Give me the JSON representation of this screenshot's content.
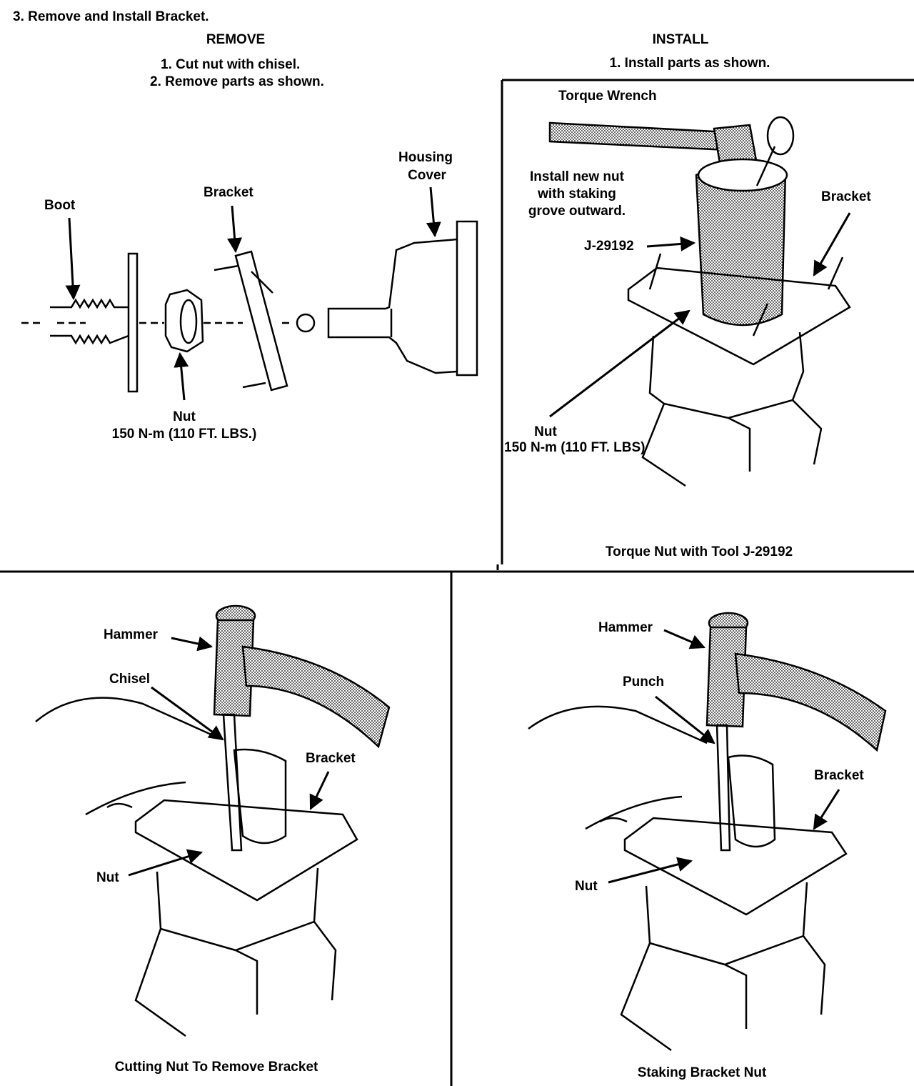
{
  "header": {
    "step_title": "3. Remove and Install Bracket."
  },
  "remove_panel": {
    "heading": "REMOVE",
    "steps": [
      "1. Cut nut with chisel.",
      "2. Remove parts as shown."
    ],
    "labels": {
      "boot": "Boot",
      "bracket": "Bracket",
      "housing_line1": "Housing",
      "housing_line2": "Cover",
      "nut": "Nut",
      "nut_torque": "150 N-m (110 FT. LBS.)"
    }
  },
  "install_panel": {
    "heading": "INSTALL",
    "steps": [
      "1. Install parts as shown."
    ],
    "labels": {
      "torque_wrench": "Torque Wrench",
      "install_note_line1": "Install new nut",
      "install_note_line2": "with staking",
      "install_note_line3": "grove outward.",
      "tool": "J-29192",
      "bracket": "Bracket",
      "nut": "Nut",
      "nut_torque": "150 N-m (110 FT. LBS)"
    },
    "caption": "Torque Nut with Tool J-29192"
  },
  "cutting_panel": {
    "labels": {
      "hammer": "Hammer",
      "chisel": "Chisel",
      "bracket": "Bracket",
      "nut": "Nut"
    },
    "caption": "Cutting Nut To Remove Bracket"
  },
  "staking_panel": {
    "labels": {
      "hammer": "Hammer",
      "punch": "Punch",
      "bracket": "Bracket",
      "nut": "Nut"
    },
    "caption": "Staking Bracket Nut"
  },
  "colors": {
    "ink": "#000000",
    "paper": "#ffffff",
    "stipple": "#8a8a8a"
  }
}
